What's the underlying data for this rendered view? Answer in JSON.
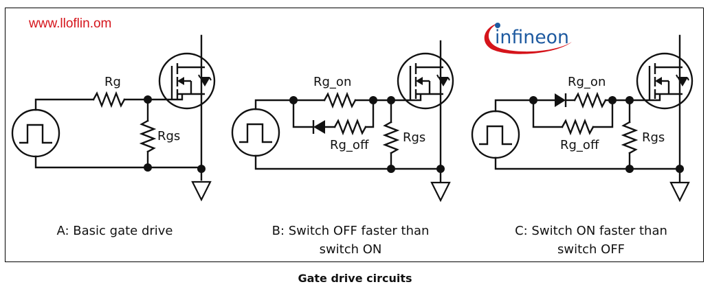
{
  "watermark": "www.lloflin.om",
  "logo": {
    "text": "infineon",
    "text_color": "#1e5aa0",
    "swoosh_color": "#d5141b"
  },
  "figure_title": "Gate drive circuits",
  "circuits": [
    {
      "id": "A",
      "caption_lines": [
        "A: Basic gate drive"
      ],
      "labels": {
        "rg": "Rg",
        "rgs": "Rgs"
      }
    },
    {
      "id": "B",
      "caption_lines": [
        "B: Switch OFF faster than",
        "switch ON"
      ],
      "labels": {
        "rg_on": "Rg_on",
        "rg_off": "Rg_off",
        "rgs": "Rgs"
      },
      "diode_branch": "off"
    },
    {
      "id": "C",
      "caption_lines": [
        "C: Switch ON faster than",
        "switch OFF"
      ],
      "labels": {
        "rg_on": "Rg_on",
        "rg_off": "Rg_off",
        "rgs": "Rgs"
      },
      "diode_branch": "on"
    }
  ]
}
